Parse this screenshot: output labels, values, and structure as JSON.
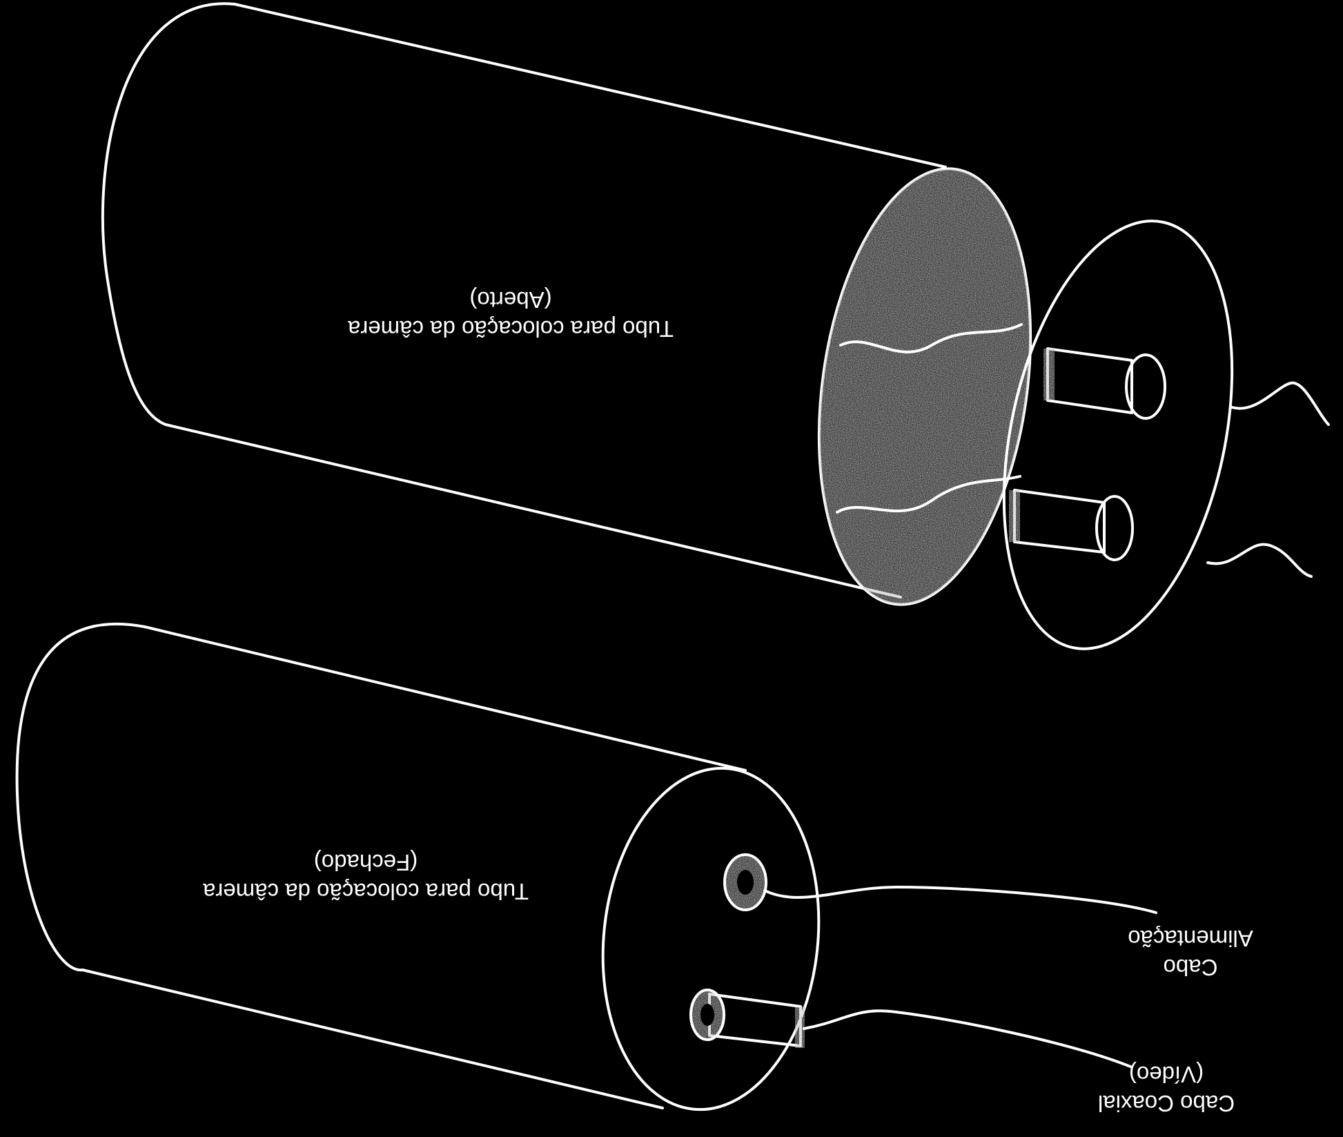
{
  "diagram": {
    "background_color": "#000000",
    "line_color": "#ffffff",
    "text_rotation_deg": 180,
    "open_tube": {
      "label_line1": "Tubo para colocação da câmera",
      "label_line2": "(Aberto)"
    },
    "closed_tube": {
      "label_line1": "Tubo para colocação da câmera",
      "label_line2": "(Fechado)"
    },
    "cables": {
      "power_line1": "Cabo",
      "power_line2": "Alimentação",
      "video_line1": "Cabo Coaxial",
      "video_line2": "(Vídeo)"
    }
  }
}
